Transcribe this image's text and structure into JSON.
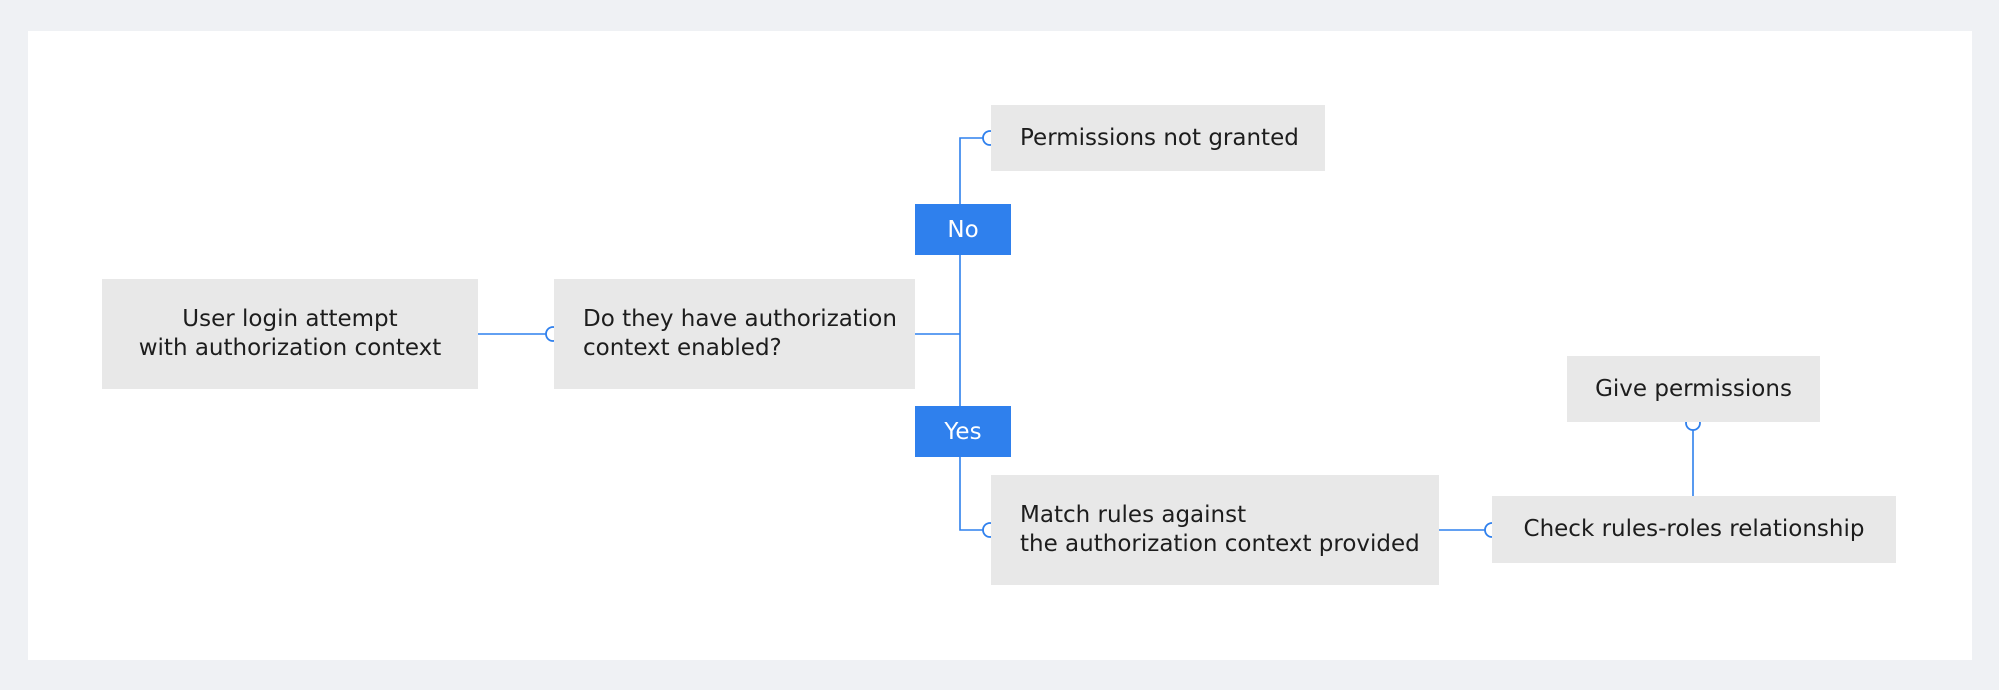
{
  "diagram": {
    "nodes": {
      "login": "User login attempt\nwith authorization context",
      "decision": "Do they have authorization\ncontext enabled?",
      "denied": "Permissions not granted",
      "match": "Match rules against\nthe authorization context provided",
      "check": "Check rules-roles relationship",
      "grant": "Give permissions"
    },
    "labels": {
      "no": "No",
      "yes": "Yes"
    }
  },
  "colors": {
    "connector": "#2f80ed",
    "box_fill": "#e8e8e8",
    "background": "#eff1f4"
  }
}
